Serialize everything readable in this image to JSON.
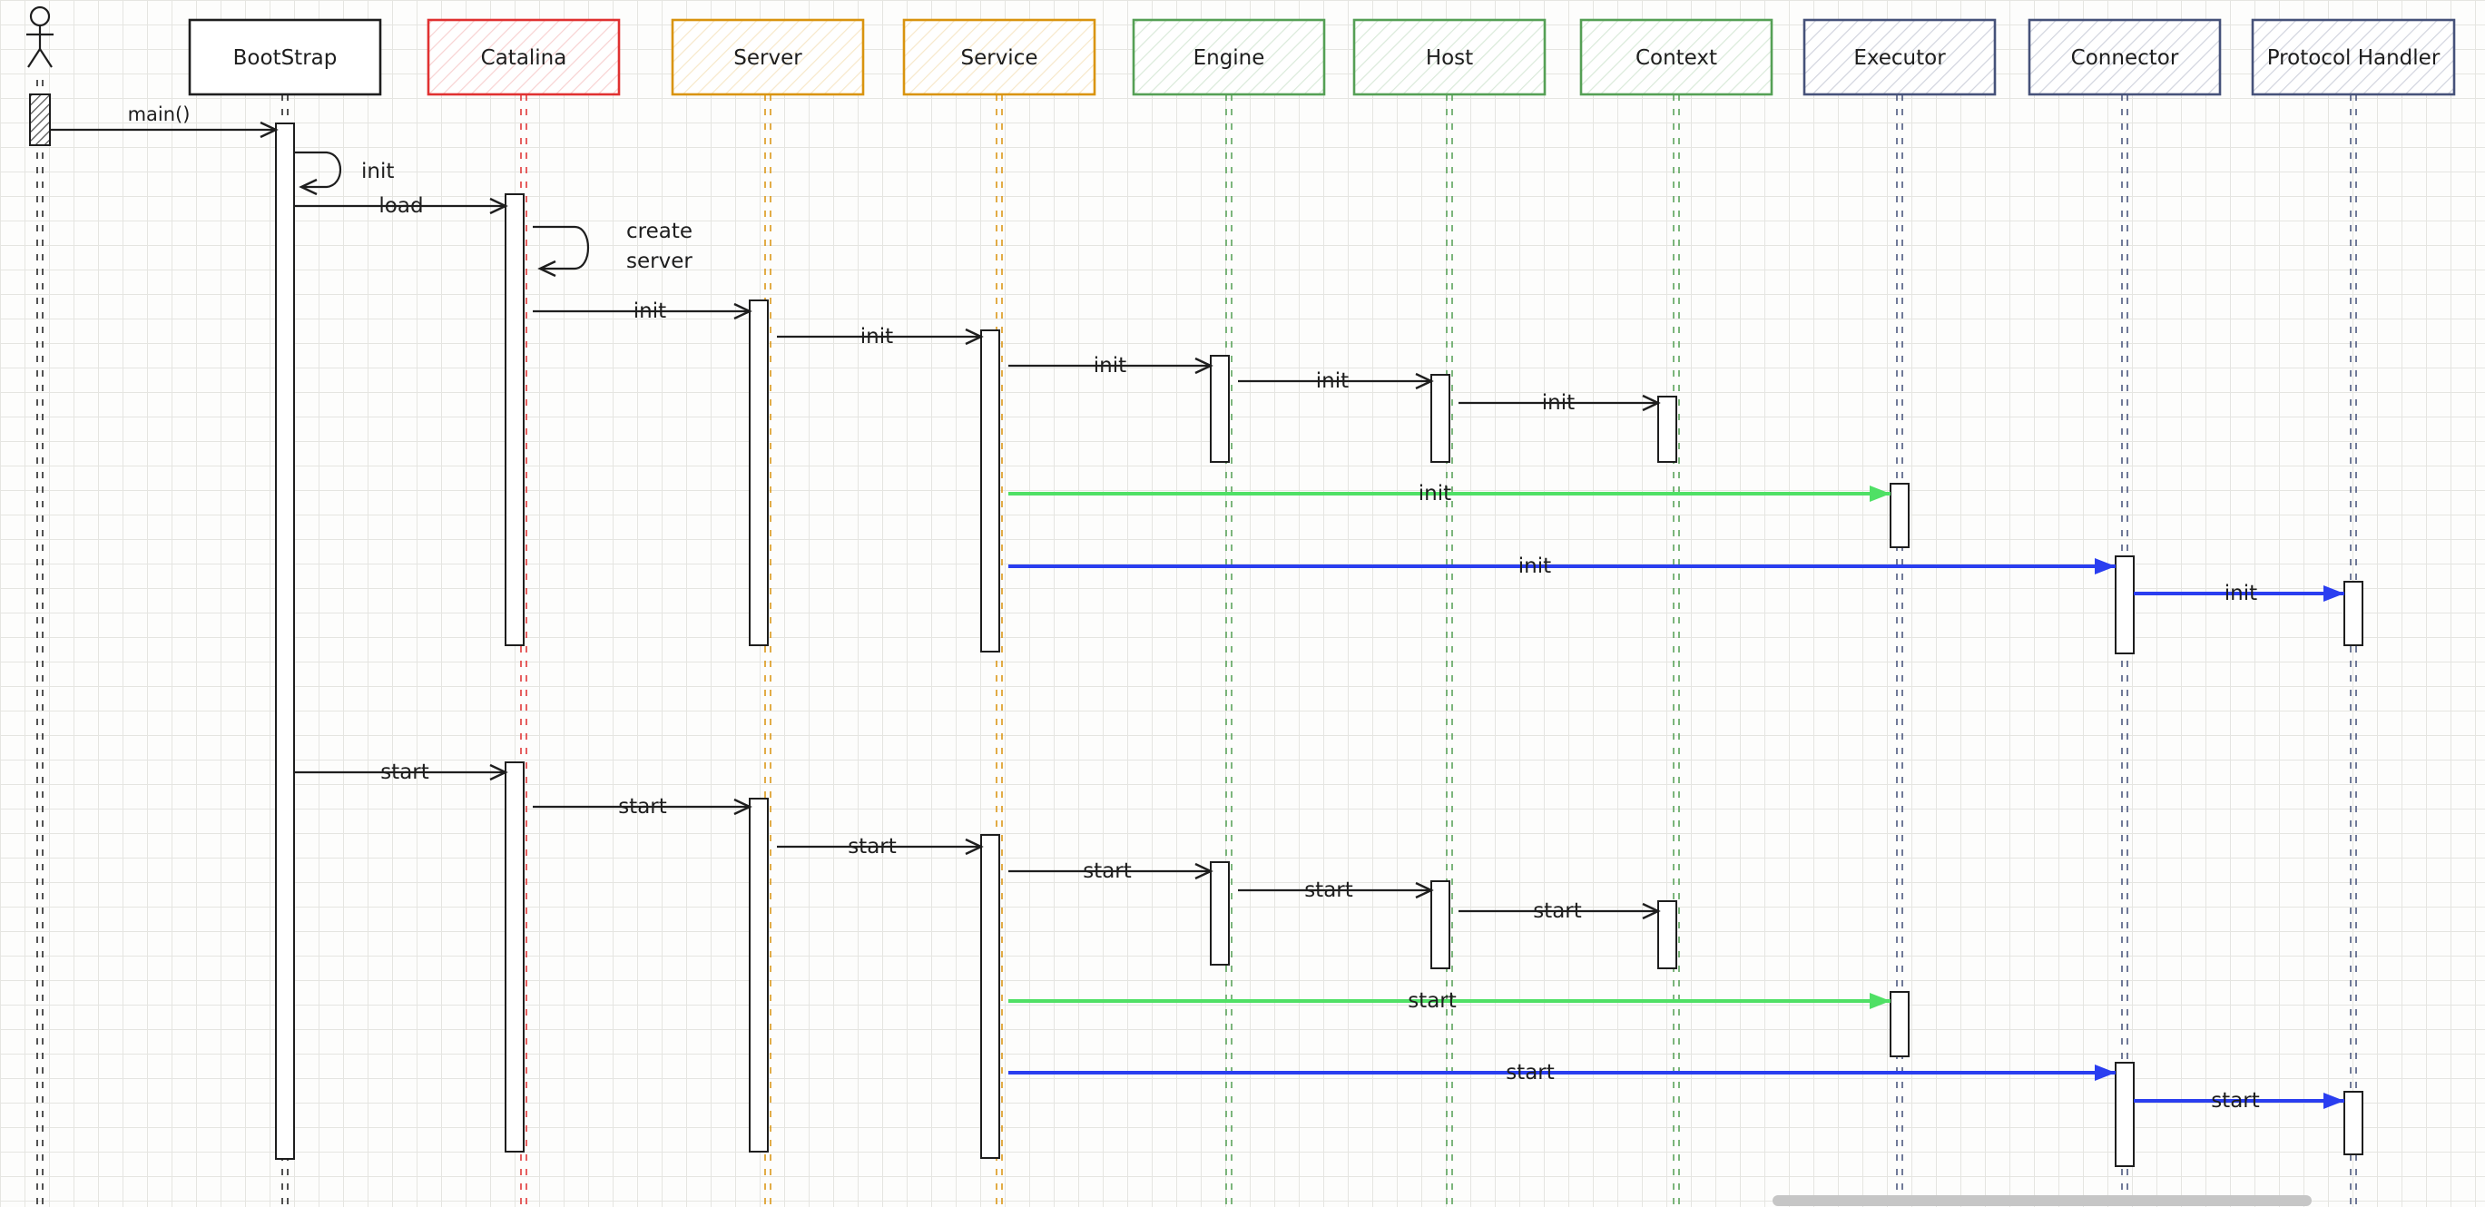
{
  "participants": {
    "bootstrap": {
      "label": "BootStrap",
      "color": "#1e1e1e"
    },
    "catalina": {
      "label": "Catalina",
      "color": "#e03131"
    },
    "server": {
      "label": "Server",
      "color": "#d9940f"
    },
    "service": {
      "label": "Service",
      "color": "#d9940f"
    },
    "engine": {
      "label": "Engine",
      "color": "#55a055"
    },
    "host": {
      "label": "Host",
      "color": "#55a055"
    },
    "context": {
      "label": "Context",
      "color": "#55a055"
    },
    "executor": {
      "label": "Executor",
      "color": "#46527a"
    },
    "connector": {
      "label": "Connector",
      "color": "#46527a"
    },
    "protocol_handler": {
      "label": "Protocol Handler",
      "color": "#46527a"
    }
  },
  "colors": {
    "ink": "#1e1e1e",
    "green_arrow": "#4fe065",
    "blue_arrow": "#2a3ef0",
    "grid": "#e5e5e1",
    "activation_fill": "#ffffff",
    "scrollbar": "#c6c6c6"
  },
  "messages": {
    "main": "main()",
    "bootstrap_self_init": "init",
    "load": "load",
    "create_server_line1": "create",
    "create_server_line2": "server",
    "init_catalina_server": "init",
    "init_server_service": "init",
    "init_service_engine": "init",
    "init_engine_host": "init",
    "init_host_context": "init",
    "init_service_executor": "init",
    "init_service_connector": "init",
    "init_connector_protocol": "init",
    "start_bootstrap_catalina": "start",
    "start_catalina_server": "start",
    "start_server_service": "start",
    "start_service_engine": "start",
    "start_engine_host": "start",
    "start_host_context": "start",
    "start_service_executor": "start",
    "start_service_connector": "start",
    "start_connector_protocol": "start"
  }
}
